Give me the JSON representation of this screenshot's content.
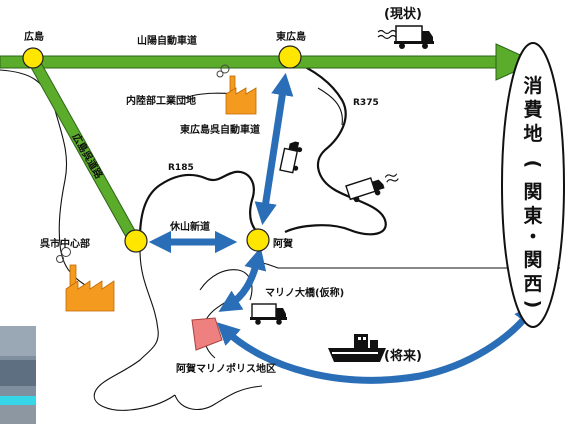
{
  "places": {
    "hiroshima": "広島",
    "higashi_hiroshima": "東広島",
    "kure_center": "呉市中心部",
    "aga": "阿賀",
    "inland_industrial_park": "内陸部工業団地",
    "aga_marinopolis": "阿賀マリノポリス地区"
  },
  "roads": {
    "sanyo_expressway": "山陽自動車道",
    "hiroshima_kure_road": "広島呉道路",
    "higashi_hiroshima_kure_expressway": "東広島呉自動車道",
    "r375": "R375",
    "r185": "R185",
    "kyuzan_tunnel": "休山新道",
    "marino_bridge": "マリノ大橋(仮称)"
  },
  "labels": {
    "current": "(現状)",
    "future": "(将来)"
  },
  "destination": {
    "main": [
      "消",
      "費",
      "地"
    ],
    "sub": [
      "(",
      "関",
      "東",
      "・",
      "関",
      "西",
      ")"
    ]
  },
  "colors": {
    "green_route": "#5cac2c",
    "blue_route": "#2a6eb8",
    "node_yellow": "#ffe600",
    "factory_orange": "#f39a1f",
    "site_pink": "#ef8080"
  }
}
